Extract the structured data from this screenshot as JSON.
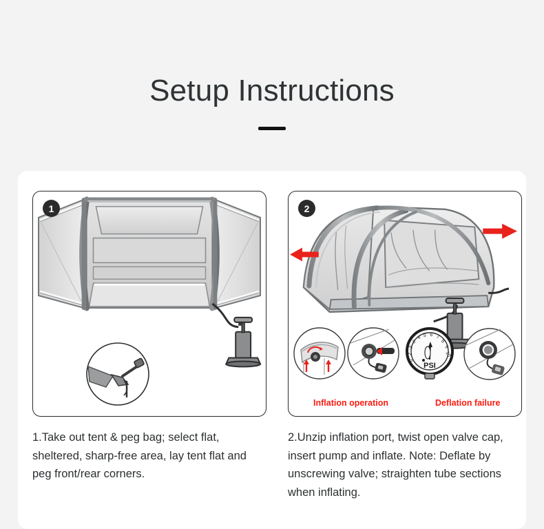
{
  "header": {
    "title": "Setup Instructions",
    "divider": "divider-bar"
  },
  "colors": {
    "background": "#f3f3f3",
    "card": "#ffffff",
    "title": "#2f3335",
    "panel_border": "#2a2a2a",
    "badge": "#2b2b2b",
    "alert_red": "#fc1b10",
    "arrow_red": "#e8231c",
    "tent_fill": "#dcdcdc",
    "tent_frame": "#6f7274",
    "pump_body": "#8b8d8f",
    "line": "#3a3a3a"
  },
  "steps": [
    {
      "badge": "1",
      "caption": "1.Take out tent & peg bag; select flat, sheltered, sharp-free area, lay tent flat and peg front/rear corners.",
      "art_name": "tent-laid-flat-illustration",
      "insets": [
        {
          "name": "peg-hammering-inset",
          "label": ""
        }
      ],
      "labels": []
    },
    {
      "badge": "2",
      "caption": "2.Unzip inflation port, twist open valve cap, insert pump and inflate. Note: Deflate by unscrewing valve; straighten tube sections when inflating.",
      "art_name": "tent-inflated-illustration",
      "insets": [
        {
          "name": "unzip-valve-inset",
          "label": ""
        },
        {
          "name": "insert-pump-nozzle-inset",
          "label": ""
        },
        {
          "name": "pressure-gauge-inset",
          "label": "PSI"
        },
        {
          "name": "closed-valve-inset",
          "label": ""
        }
      ],
      "labels": [
        {
          "text": "Inflation operation",
          "position": "left"
        },
        {
          "text": "Deflation failure",
          "position": "right"
        }
      ]
    }
  ],
  "gauge": {
    "unit": "PSI",
    "ticks": [
      "0",
      "1",
      "2",
      "3",
      "4",
      "5",
      "6",
      "7",
      "8",
      "9",
      "10"
    ]
  }
}
